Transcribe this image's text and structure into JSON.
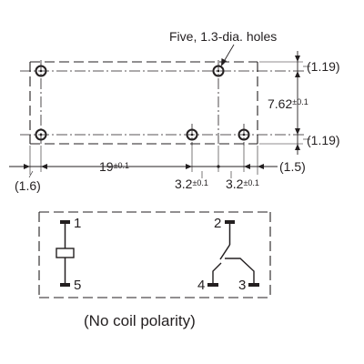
{
  "title_note": "Five, 1.3-dia. holes",
  "dimensions": {
    "right_top": "(1.19)",
    "right_mid_value": "7.62",
    "right_mid_tol": "±0.1",
    "right_bottom": "(1.19)",
    "left_edge": "(1.6)",
    "span_value": "19",
    "span_tol": "±0.1",
    "pitch_1_value": "3.2",
    "pitch_1_tol": "±0.1",
    "pitch_2_value": "3.2",
    "pitch_2_tol": "±0.1",
    "right_edge": "(1.5)"
  },
  "pins": {
    "p1": "1",
    "p2": "2",
    "p3": "3",
    "p4": "4",
    "p5": "5"
  },
  "caption": "(No coil polarity)",
  "colors": {
    "ink": "#231f20",
    "background": "#ffffff"
  }
}
